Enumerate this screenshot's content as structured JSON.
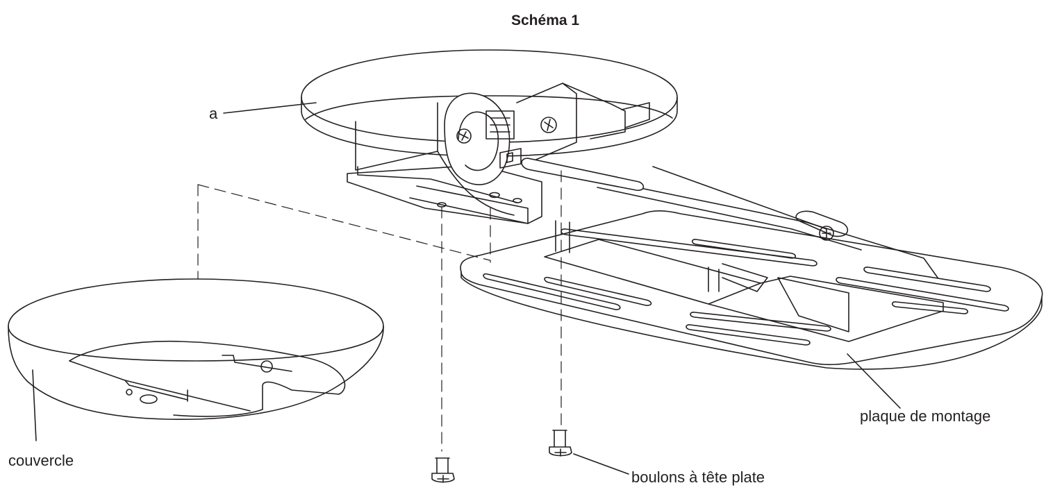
{
  "figure": {
    "title": "Schéma 1",
    "labels": {
      "a": "a",
      "cover": "couvercle",
      "mounting_plate": "plaque de montage",
      "bolts": "boulons à tête plate"
    }
  },
  "colors": {
    "line": "#231f20",
    "fill": "#ffffff"
  }
}
